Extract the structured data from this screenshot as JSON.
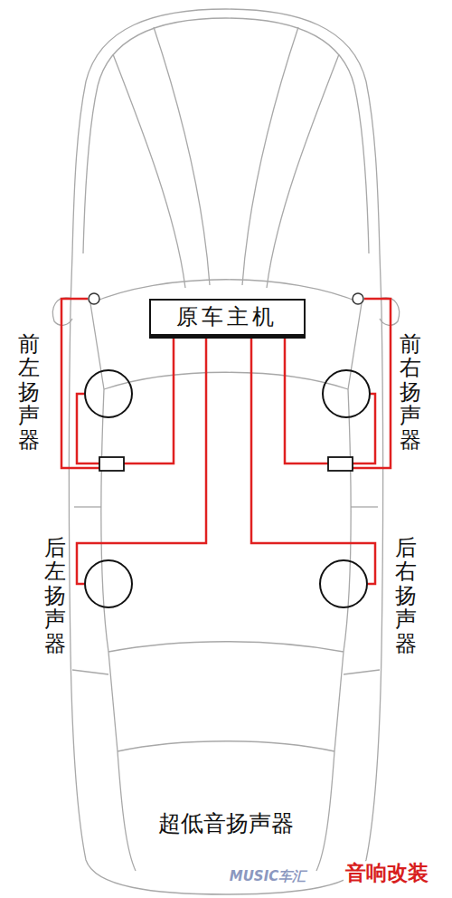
{
  "diagram": {
    "nodes": [
      {
        "text": [
          "原车主机"
        ]
      },
      {
        "text": [
          "前左扬声器"
        ]
      },
      {
        "text": [
          "前右扬声器"
        ]
      },
      {
        "text": [
          "后左扬声器"
        ]
      },
      {
        "text": [
          "后右扬声器"
        ]
      }
    ],
    "edges": [
      {
        "from": 0,
        "to": 1,
        "arrow": "none"
      },
      {
        "from": 0,
        "to": 2,
        "arrow": "none"
      },
      {
        "from": 0,
        "to": 3,
        "arrow": "none"
      },
      {
        "from": 0,
        "to": 4,
        "arrow": "none"
      }
    ],
    "labels": [
      "超低音扬声器",
      "MUSIC车汇",
      "音响改装"
    ]
  }
}
